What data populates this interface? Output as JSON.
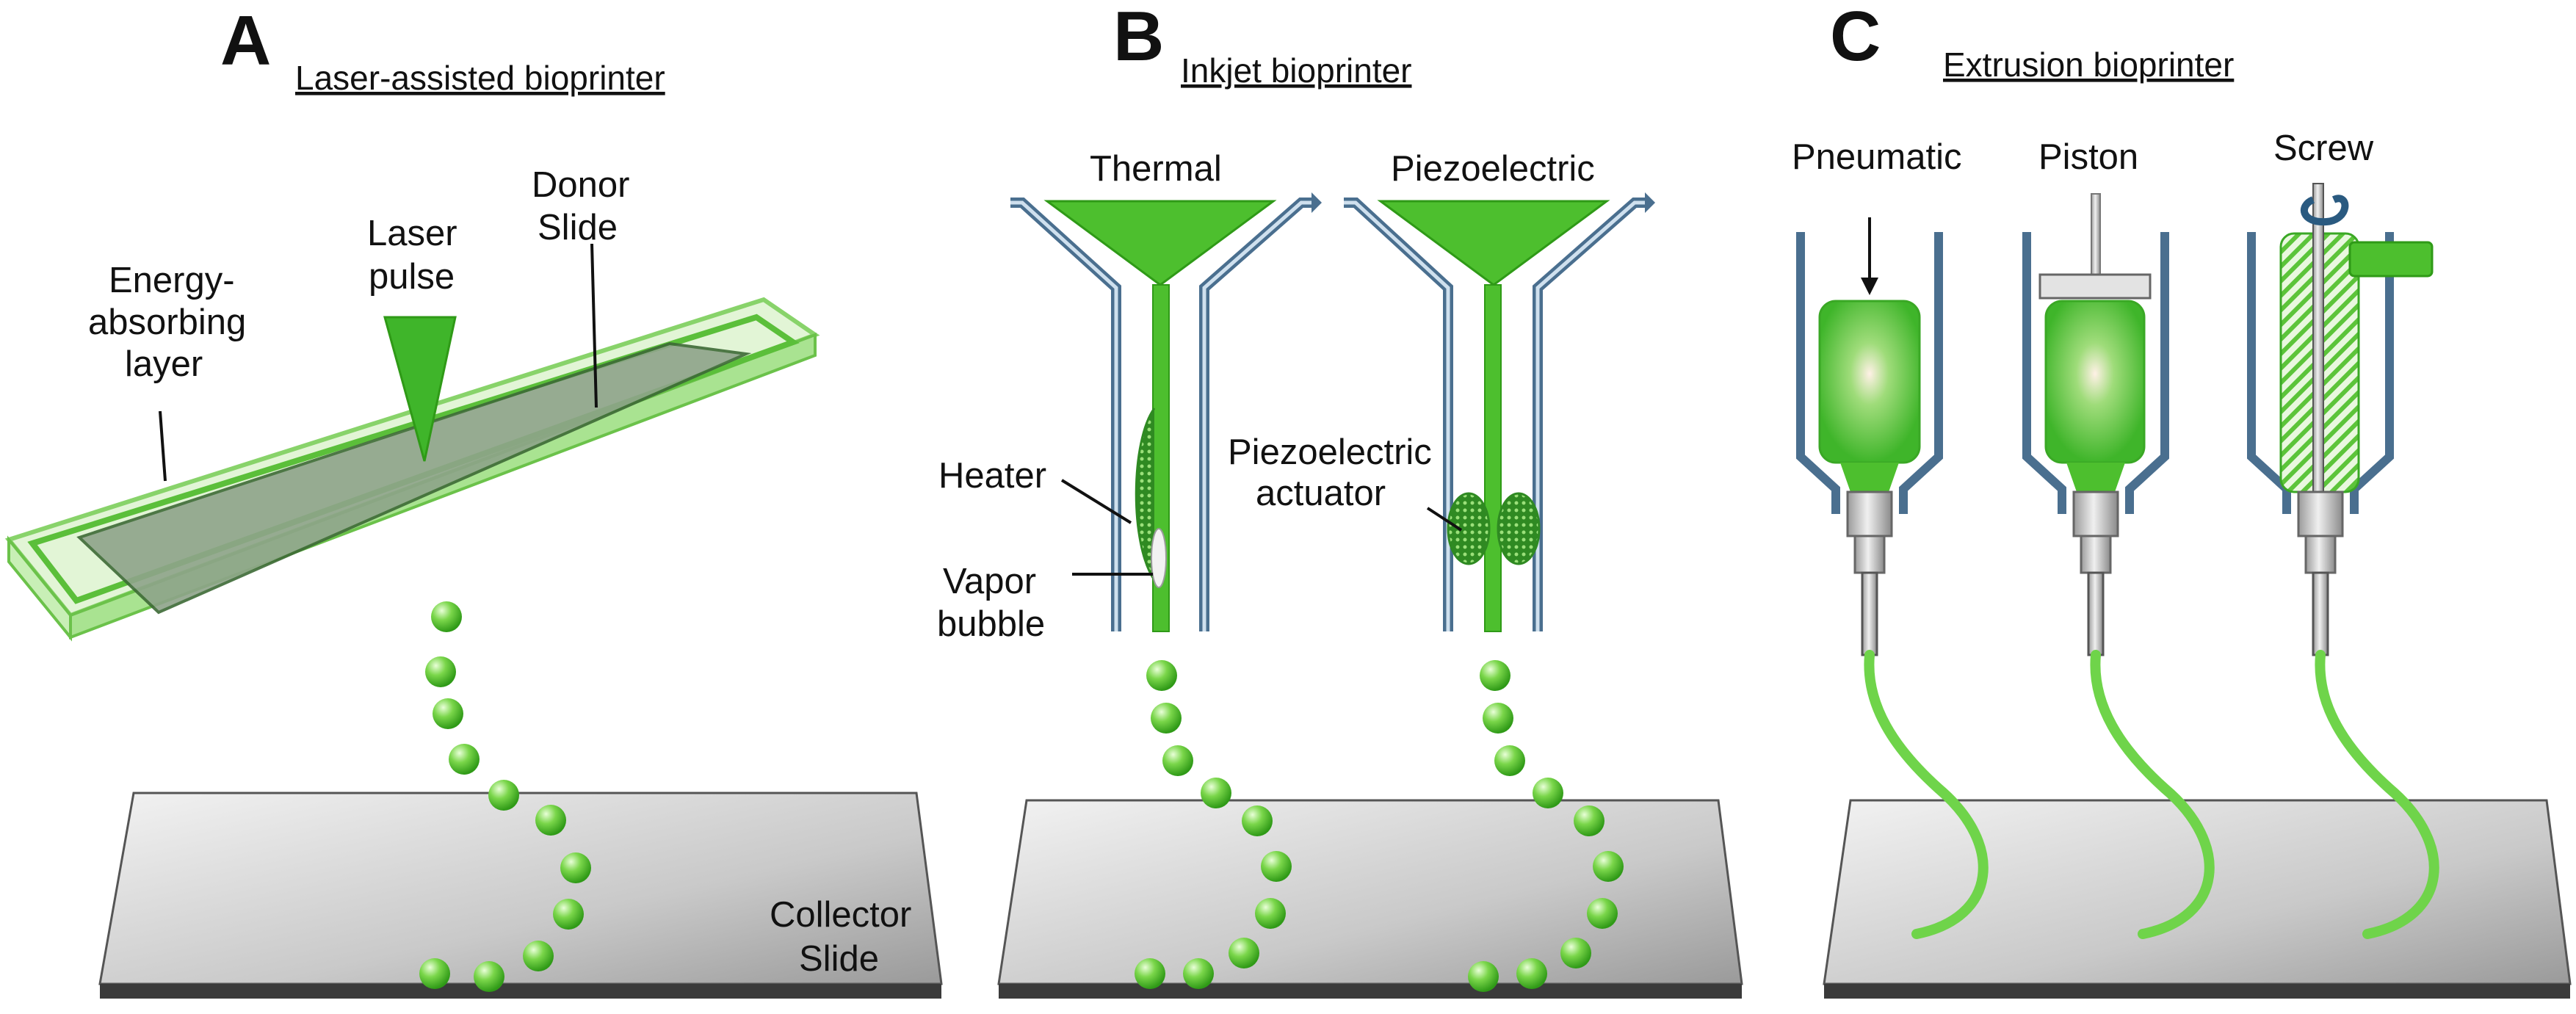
{
  "panels": {
    "a": {
      "letter": "A",
      "title": "Laser-assisted bioprinter",
      "labels": {
        "energy_1": "Energy-",
        "energy_2": "absorbing",
        "energy_3": "layer",
        "laser_1": "Laser",
        "laser_2": "pulse",
        "donor_1": "Donor",
        "donor_2": "Slide",
        "collector_1": "Collector",
        "collector_2": "Slide"
      }
    },
    "b": {
      "letter": "B",
      "title": "Inkjet bioprinter",
      "labels": {
        "thermal": "Thermal",
        "piezo": "Piezoelectric",
        "heater": "Heater",
        "vapor_1": "Vapor",
        "vapor_2": "bubble",
        "actuator_1": "Piezoelectric",
        "actuator_2": "actuator"
      }
    },
    "c": {
      "letter": "C",
      "title": "Extrusion bioprinter",
      "labels": {
        "pneumatic": "Pneumatic",
        "piston": "Piston",
        "screw": "Screw"
      }
    }
  },
  "colors": {
    "green": "#4dbf2e",
    "light_green": "#8fe070",
    "frame_blue": "#4a6f8f",
    "slide_gray": "#c8c8c8",
    "slide_edge": "#3a3a3a"
  }
}
